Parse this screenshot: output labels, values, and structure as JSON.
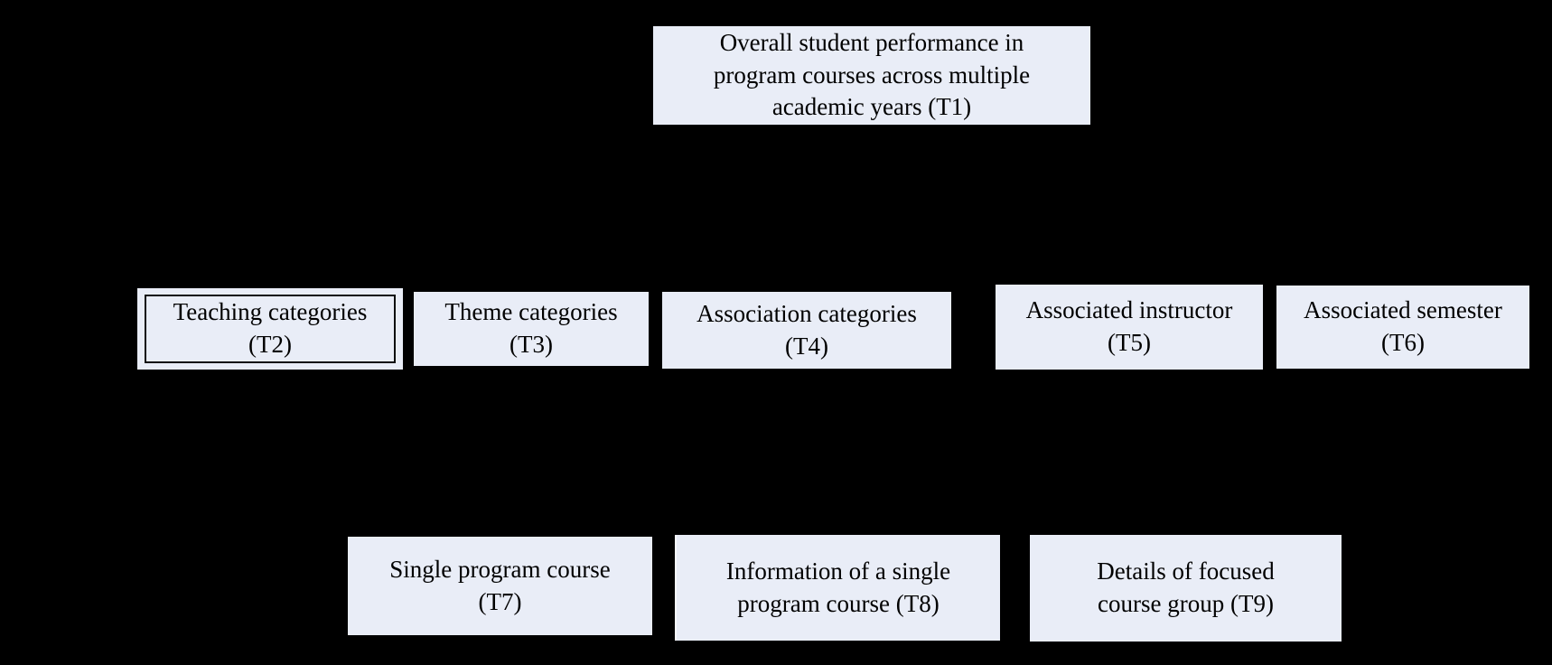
{
  "diagram": {
    "description": "Task hierarchy diagram of analysis tasks T1-T9 on black background",
    "colors": {
      "background": "#000000",
      "node_fill": "#E9EDF7",
      "node_text": "#000000",
      "t2_frame_border": "#0d0d0d"
    },
    "title_node": {
      "id": "T1",
      "lines": [
        "Overall student performance in",
        "program courses across multiple",
        "academic years (T1)"
      ]
    },
    "middle_row": [
      {
        "id": "T2",
        "lines": [
          "Teaching categories",
          "(T2)"
        ]
      },
      {
        "id": "T3",
        "lines": [
          "Theme categories",
          "(T3)"
        ]
      },
      {
        "id": "T4",
        "lines": [
          "Association categories",
          "(T4)"
        ]
      },
      {
        "id": "T5",
        "lines": [
          "Associated instructor",
          "(T5)"
        ]
      },
      {
        "id": "T6",
        "lines": [
          "Associated semester",
          "(T6)"
        ]
      }
    ],
    "bottom_row": [
      {
        "id": "T7",
        "lines": [
          "Single program course",
          "(T7)"
        ]
      },
      {
        "id": "T8",
        "lines": [
          "Information of a single",
          "program course (T8)"
        ]
      },
      {
        "id": "T9",
        "lines": [
          "Details of focused",
          "course group (T9)"
        ]
      }
    ]
  }
}
